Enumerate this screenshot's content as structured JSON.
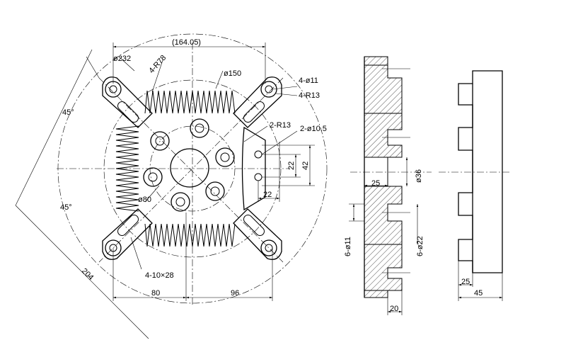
{
  "front_view": {
    "overall_width": "(164.05)",
    "dia_232": "ø232",
    "r78": "4-R78",
    "dia_150": "ø150",
    "holes_11": "4-ø11",
    "r13_4": "4-R13",
    "r13_2": "2-R13",
    "holes_105": "2-ø10.5",
    "dim_22v": "22",
    "dim_42v": "42",
    "dim_22h": "22",
    "angle_top": "45°",
    "angle_bottom": "45°",
    "dia_80": "ø80",
    "slots": "4-10×28",
    "dim_204": "204",
    "dim_80": "80",
    "dim_96": "96"
  },
  "section_view": {
    "dim_25": "25",
    "dia_36": "ø36",
    "holes_11": "6-ø11",
    "holes_22": "6-ø22",
    "dim_20": "20"
  },
  "side_view": {
    "dim_25": "25",
    "dim_45": "45"
  }
}
